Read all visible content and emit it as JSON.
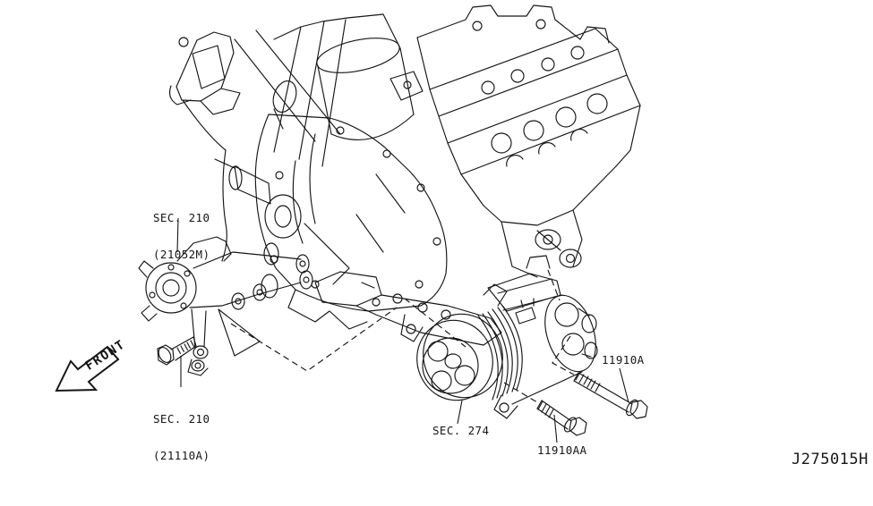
{
  "diagram": {
    "background_color": "#ffffff",
    "line_color": "#161616",
    "drawing_code": "J275015H",
    "front_indicator": {
      "label": "FRONT"
    },
    "callouts": {
      "sec210_bracket": {
        "line1": "SEC. 210",
        "line2": "(21052M)"
      },
      "sec210_bolt": {
        "line1": "SEC. 210",
        "line2": "(21110A)"
      },
      "sec274": {
        "label": "SEC. 274"
      },
      "bolt_11910a": {
        "label": "11910A"
      },
      "bolt_11910aa": {
        "label": "11910AA"
      }
    }
  }
}
